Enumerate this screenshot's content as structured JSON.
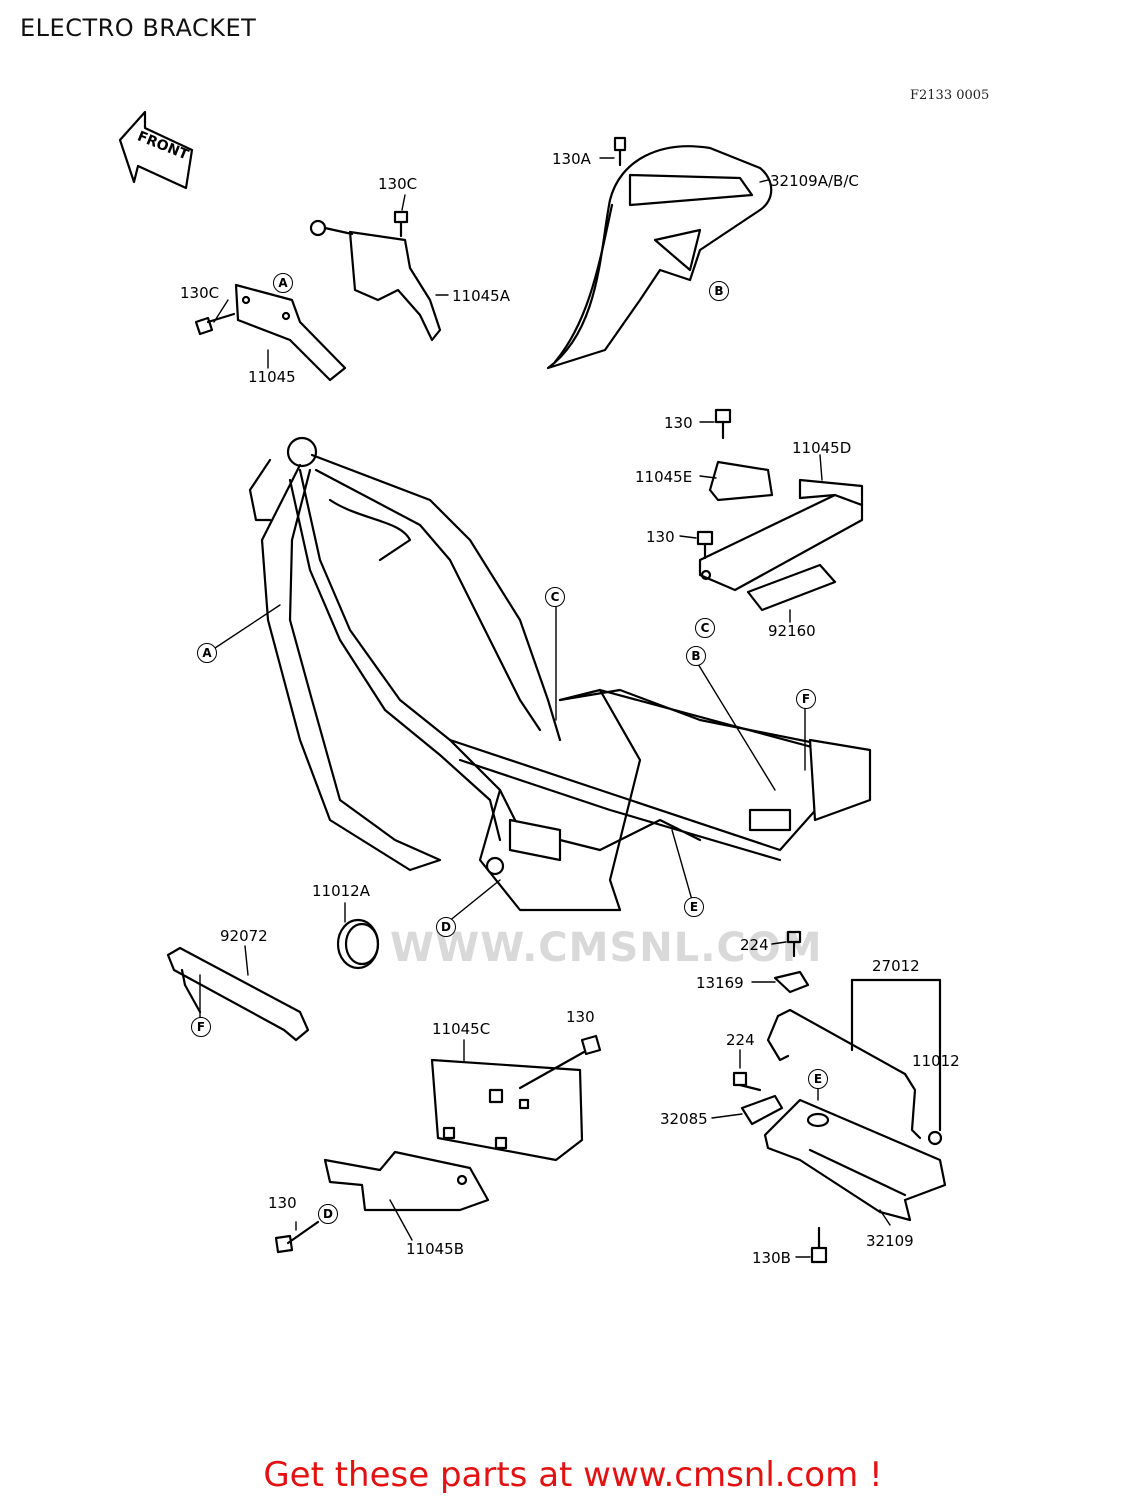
{
  "title": "ELECTRO BRACKET",
  "figure_code": "F2133 0005",
  "front_marker": "FRONT",
  "watermark": "WWW.CMSNL.COM",
  "footer": "Get these parts at www.cmsnl.com !",
  "part_labels": {
    "p130a": "130A",
    "p32109abc": "32109A/B/C",
    "p130c_top": "130C",
    "p130c_left": "130C",
    "p11045a": "11045A",
    "p11045": "11045",
    "p130_top": "130",
    "p11045d": "11045D",
    "p11045e": "11045E",
    "p130_mid": "130",
    "p92160": "92160",
    "p11012a": "11012A",
    "p92072": "92072",
    "p224_top": "224",
    "p13169": "13169",
    "p27012": "27012",
    "p11045c": "11045C",
    "p130_lower": "130",
    "p224_low": "224",
    "p11012": "11012",
    "p32085": "32085",
    "p130_bottom": "130",
    "p11045b": "11045B",
    "p32109": "32109",
    "p130b": "130B"
  },
  "reference_markers": {
    "a_top": "A",
    "a_frame": "A",
    "b_seat": "B",
    "b_frame": "B",
    "c_tray": "C",
    "c_frame": "C",
    "d_frame": "D",
    "d_bracket": "D",
    "e_frame": "E",
    "e_tray": "E",
    "f_frame": "F",
    "f_strap": "F"
  }
}
